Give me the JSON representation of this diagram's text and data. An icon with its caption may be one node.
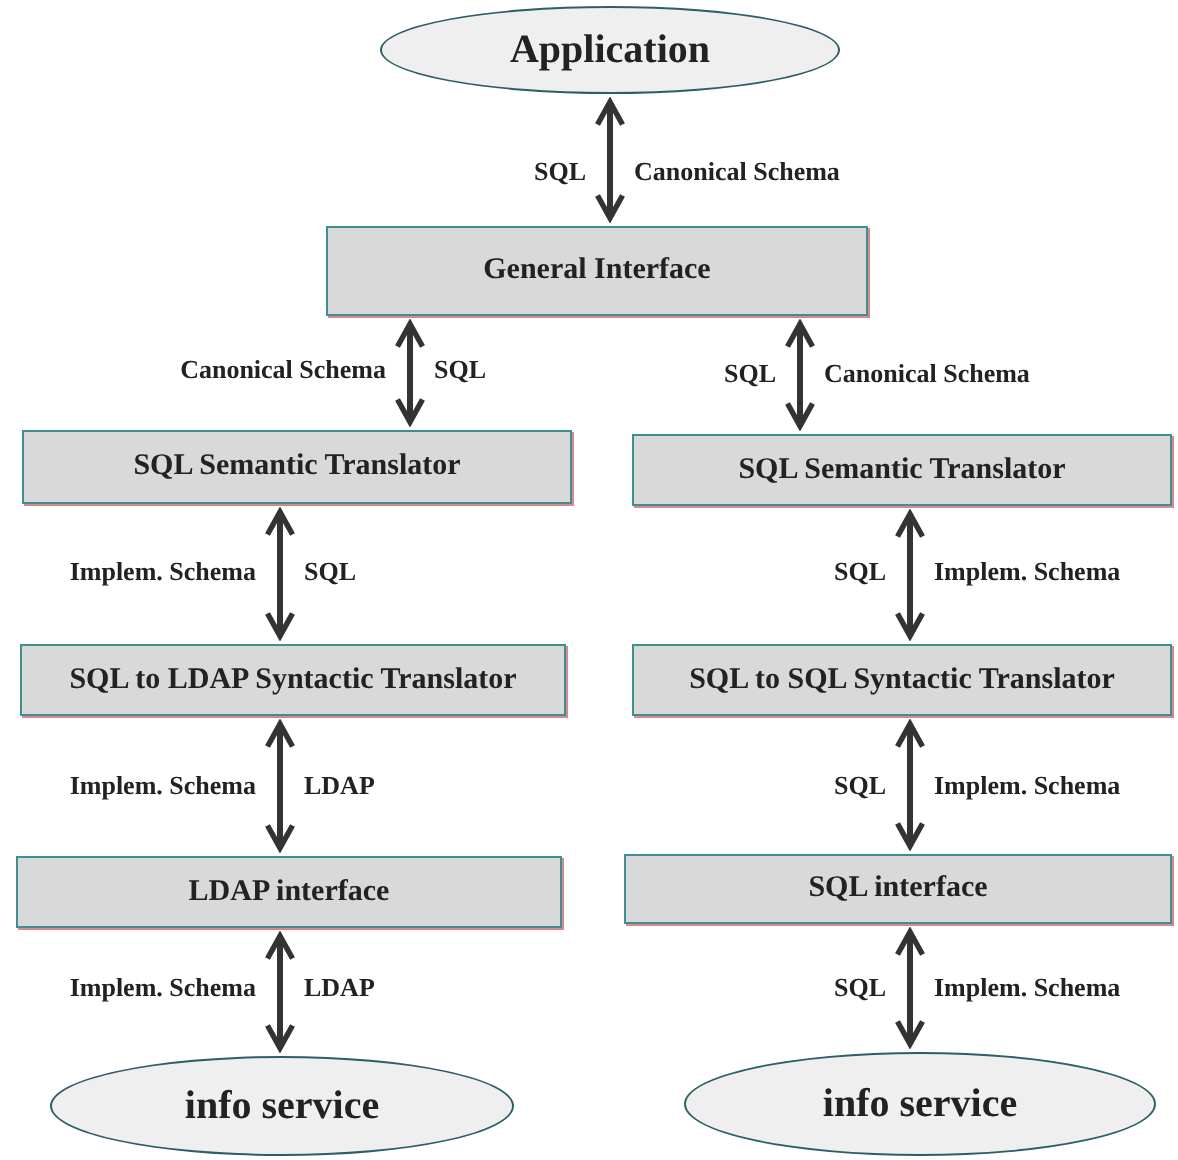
{
  "diagram": {
    "nodes": [
      {
        "text": [
          "Application"
        ]
      },
      {
        "text": [
          "General Interface"
        ]
      },
      {
        "text": [
          "SQL Semantic Translator"
        ]
      },
      {
        "text": [
          "SQL Semantic Translator"
        ]
      },
      {
        "text": [
          "SQL to LDAP Syntactic Translator"
        ]
      },
      {
        "text": [
          "SQL to SQL Syntactic Translator"
        ]
      },
      {
        "text": [
          "LDAP interface"
        ]
      },
      {
        "text": [
          "SQL interface"
        ]
      },
      {
        "text": [
          "info service"
        ]
      },
      {
        "text": [
          "info service"
        ]
      }
    ],
    "edges": [
      {
        "from": 0,
        "to": 1,
        "arrow": "both",
        "label": "SQL"
      },
      {
        "from": 1,
        "to": 2,
        "arrow": "both",
        "label": "Canonical Schema"
      },
      {
        "from": 1,
        "to": 3,
        "arrow": "both",
        "label": "SQL"
      },
      {
        "from": 2,
        "to": 4,
        "arrow": "both",
        "label": "Implem. Schema"
      },
      {
        "from": 3,
        "to": 5,
        "arrow": "both",
        "label": "SQL"
      },
      {
        "from": 4,
        "to": 6,
        "arrow": "both",
        "label": "Implem. Schema"
      },
      {
        "from": 5,
        "to": 7,
        "arrow": "both",
        "label": "SQL"
      },
      {
        "from": 6,
        "to": 8,
        "arrow": "both",
        "label": "Implem. Schema"
      },
      {
        "from": 7,
        "to": 9,
        "arrow": "both",
        "label": "SQL"
      }
    ],
    "labels": [
      "Canonical Schema",
      "SQL",
      "Canonical Schema",
      "SQL",
      "Implem. Schema",
      "LDAP",
      "Implem. Schema",
      "LDAP",
      "Implem. Schema"
    ]
  }
}
